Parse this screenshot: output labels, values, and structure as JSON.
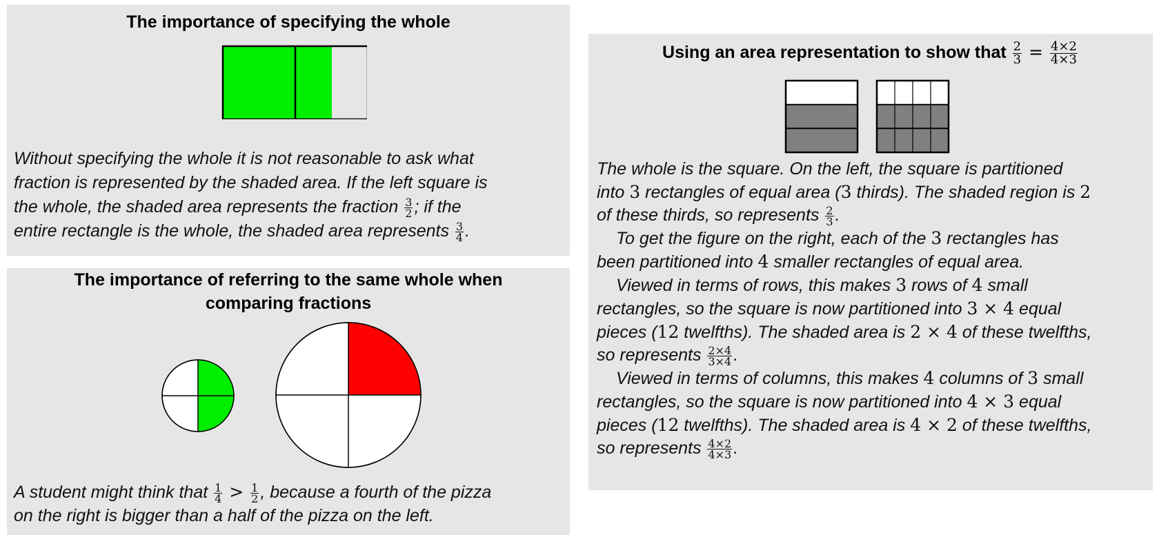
{
  "panel_whole": {
    "title": "The importance of specifying the whole",
    "text_a": "Without specifying the whole it is not reasonable to ask what",
    "text_b": "fraction is represented by the shaded area. If the left square is",
    "text_c1": "the whole, the shaded area represents the fraction ",
    "frac1_n": "3",
    "frac1_d": "2",
    "text_c2": "; if the",
    "text_d1": "entire rectangle is the whole, the shaded area represents ",
    "frac2_n": "3",
    "frac2_d": "4",
    "text_d2": ".",
    "shade_color": "#00ee00"
  },
  "panel_same_whole": {
    "title_line1": "The importance of referring to the same whole when",
    "title_line2": "comparing fractions",
    "text_a1": "A student might think that ",
    "fa_n": "1",
    "fa_d": "4",
    "gt": " > ",
    "fb_n": "1",
    "fb_d": "2",
    "text_a2": ", because a fourth of the pizza",
    "text_b": "on the right is bigger than a half of the pizza on the left.",
    "small_shade_color": "#00ee00",
    "large_shade_color": "#ff0000"
  },
  "panel_area": {
    "title_text": "Using an area representation to show that ",
    "tf1_n": "2",
    "tf1_d": "3",
    "eq": " = ",
    "tf2_n": "4×2",
    "tf2_d": "4×3",
    "shade_color": "#808080",
    "l1a": "The whole is the square. On the left, the square is partitioned",
    "l2a": "into ",
    "l2n": "3",
    "l2b": " rectangles of equal area (",
    "l2n2": "3",
    "l2c": " thirds). The shaded region is ",
    "l2n3": "2",
    "l3a": "of these thirds, so represents ",
    "l3f_n": "2",
    "l3f_d": "3",
    "l3b": ".",
    "l4a": "To get the figure on the right, each of the ",
    "l4n": "3",
    "l4b": " rectangles has",
    "l5a": "been partitioned into ",
    "l5n": "4",
    "l5b": " smaller rectangles of equal area.",
    "l6a": "Viewed in terms of rows, this makes ",
    "l6n": "3",
    "l6b": " rows of ",
    "l6n2": "4",
    "l6c": " small",
    "l7a": "rectangles, so the square is now partitioned into ",
    "l7m": "3 × 4",
    "l7b": " equal",
    "l8a": "pieces (",
    "l8n": "12",
    "l8b": " twelfths). The shaded area is ",
    "l8m": "2 × 4",
    "l8c": " of these twelfths,",
    "l9a": "so represents ",
    "l9f_n": "2×4",
    "l9f_d": "3×4",
    "l9b": ".",
    "l10a": "Viewed in terms of columns, this makes ",
    "l10n": "4",
    "l10b": " columns of ",
    "l10n2": "3",
    "l10c": " small",
    "l11a": "rectangles, so the square is now partitioned into ",
    "l11m": "4 × 3",
    "l11b": " equal",
    "l12a": "pieces (",
    "l12n": "12",
    "l12b": " twelfths). The shaded area is ",
    "l12m": "4 × 2",
    "l12c": " of these twelfths,",
    "l13a": "so represents ",
    "l13f_n": "4×2",
    "l13f_d": "4×3",
    "l13b": "."
  }
}
